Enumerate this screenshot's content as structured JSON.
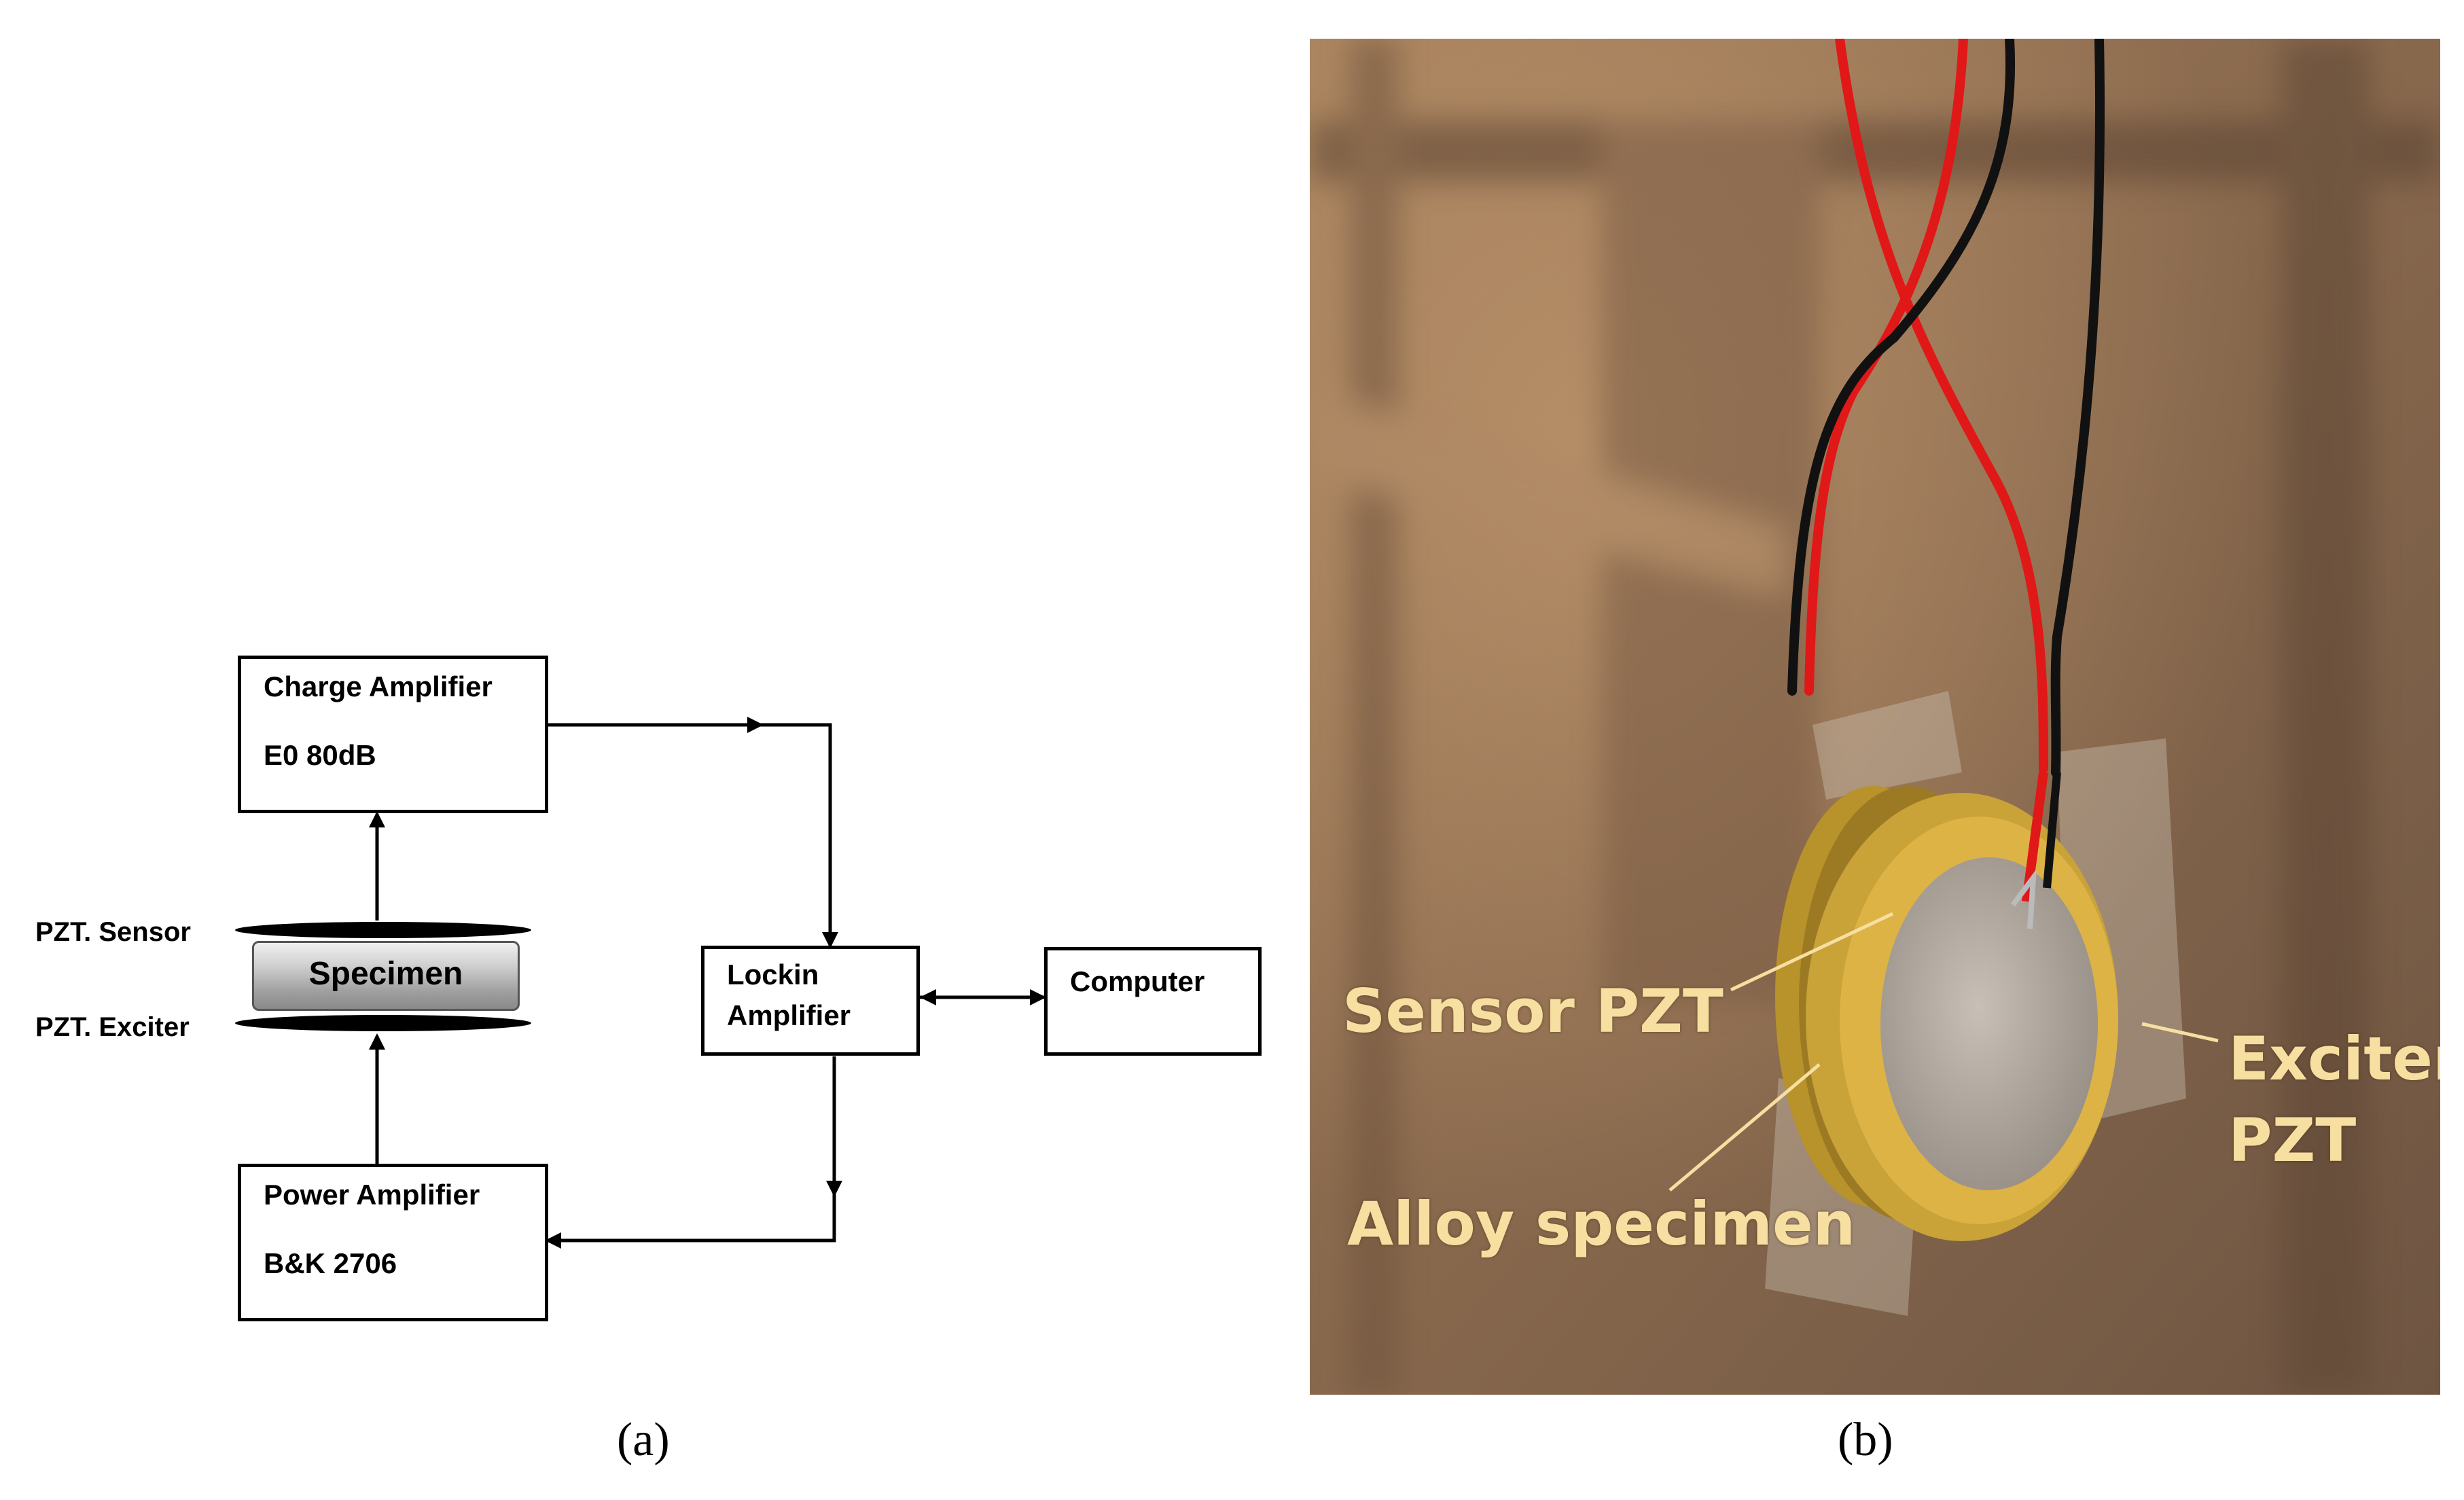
{
  "panel_a": {
    "charge_amplifier": {
      "title": "Charge Amplifier",
      "model": "E0 80dB"
    },
    "power_amplifier": {
      "title": "Power Amplifier",
      "model": "B&K 2706"
    },
    "lockin_amplifier": {
      "line1": "Lockin",
      "line2": "Amplifier"
    },
    "computer": {
      "label": "Computer"
    },
    "specimen": {
      "label": "Specimen"
    },
    "pzt_sensor": {
      "label": "PZT. Sensor"
    },
    "pzt_exciter": {
      "label": "PZT. Exciter"
    },
    "caption": "(a)"
  },
  "panel_b": {
    "sensor_label": "Sensor PZT",
    "alloy_label": "Alloy specimen",
    "exciter_line1": "Exciter",
    "exciter_line2": "PZT",
    "caption": "(b)"
  },
  "colors": {
    "wire_red": "#e01818",
    "wire_black": "#111111",
    "label_color": "#f6dfa0",
    "brass": "#c49a2c"
  }
}
